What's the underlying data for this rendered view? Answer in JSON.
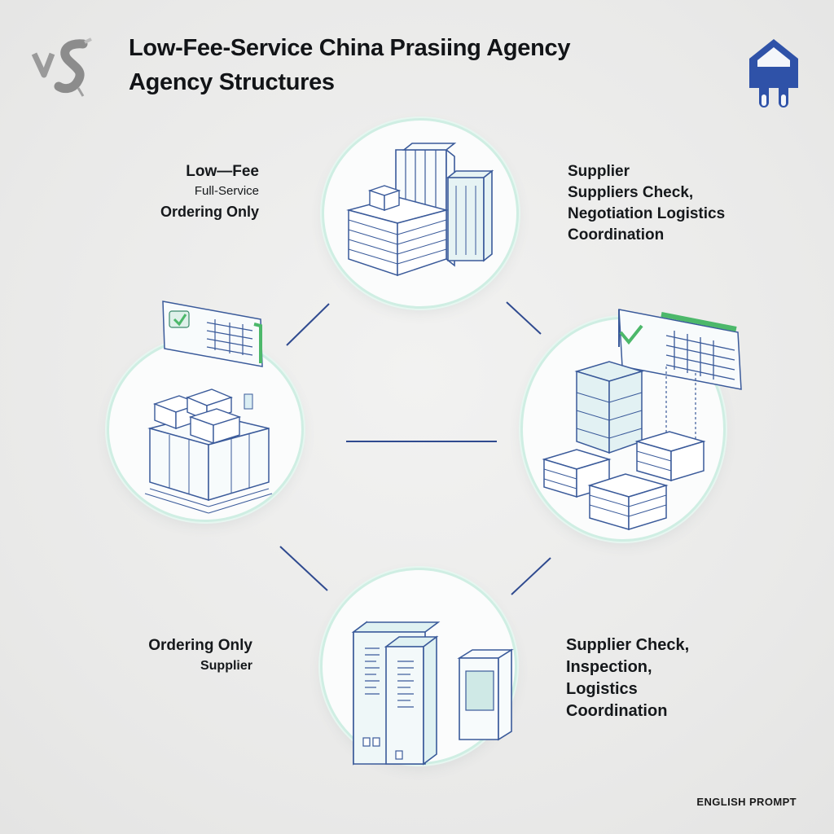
{
  "title": {
    "line1": "Low-Fee-Service China Prasiing Agency",
    "line2": "Agency Structures"
  },
  "logo": {
    "text": "VS",
    "icon": "vs-logo"
  },
  "brand_icon": "shopping-bag-icon",
  "labels": {
    "top_left": [
      "Low—Fee",
      "Full-Service",
      "Ordering Only"
    ],
    "top_right": [
      "Supplier",
      "Suppliers Check,",
      "Negotiation Logistics",
      "Coordination"
    ],
    "bottom_left": [
      "Ordering Only",
      "Supplier"
    ],
    "bottom_right": [
      "Supplier Check,",
      "Inspection,",
      "Logistics",
      "Coordination"
    ]
  },
  "nodes": {
    "top": {
      "icon": "document-stack-icon"
    },
    "left": {
      "icon": "boxes-checklist-icon"
    },
    "right": {
      "icon": "inspection-boxes-icon"
    },
    "bottom": {
      "icon": "server-files-icon"
    }
  },
  "footer": "ENGLISH PROMPT",
  "colors": {
    "accent": "#2f4a8f",
    "ring": "#cfeee3",
    "icon_fill": "#dff1f2",
    "icon_line": "#3a5a9a",
    "check_green": "#4cb86a",
    "background": "#ebebeb"
  }
}
